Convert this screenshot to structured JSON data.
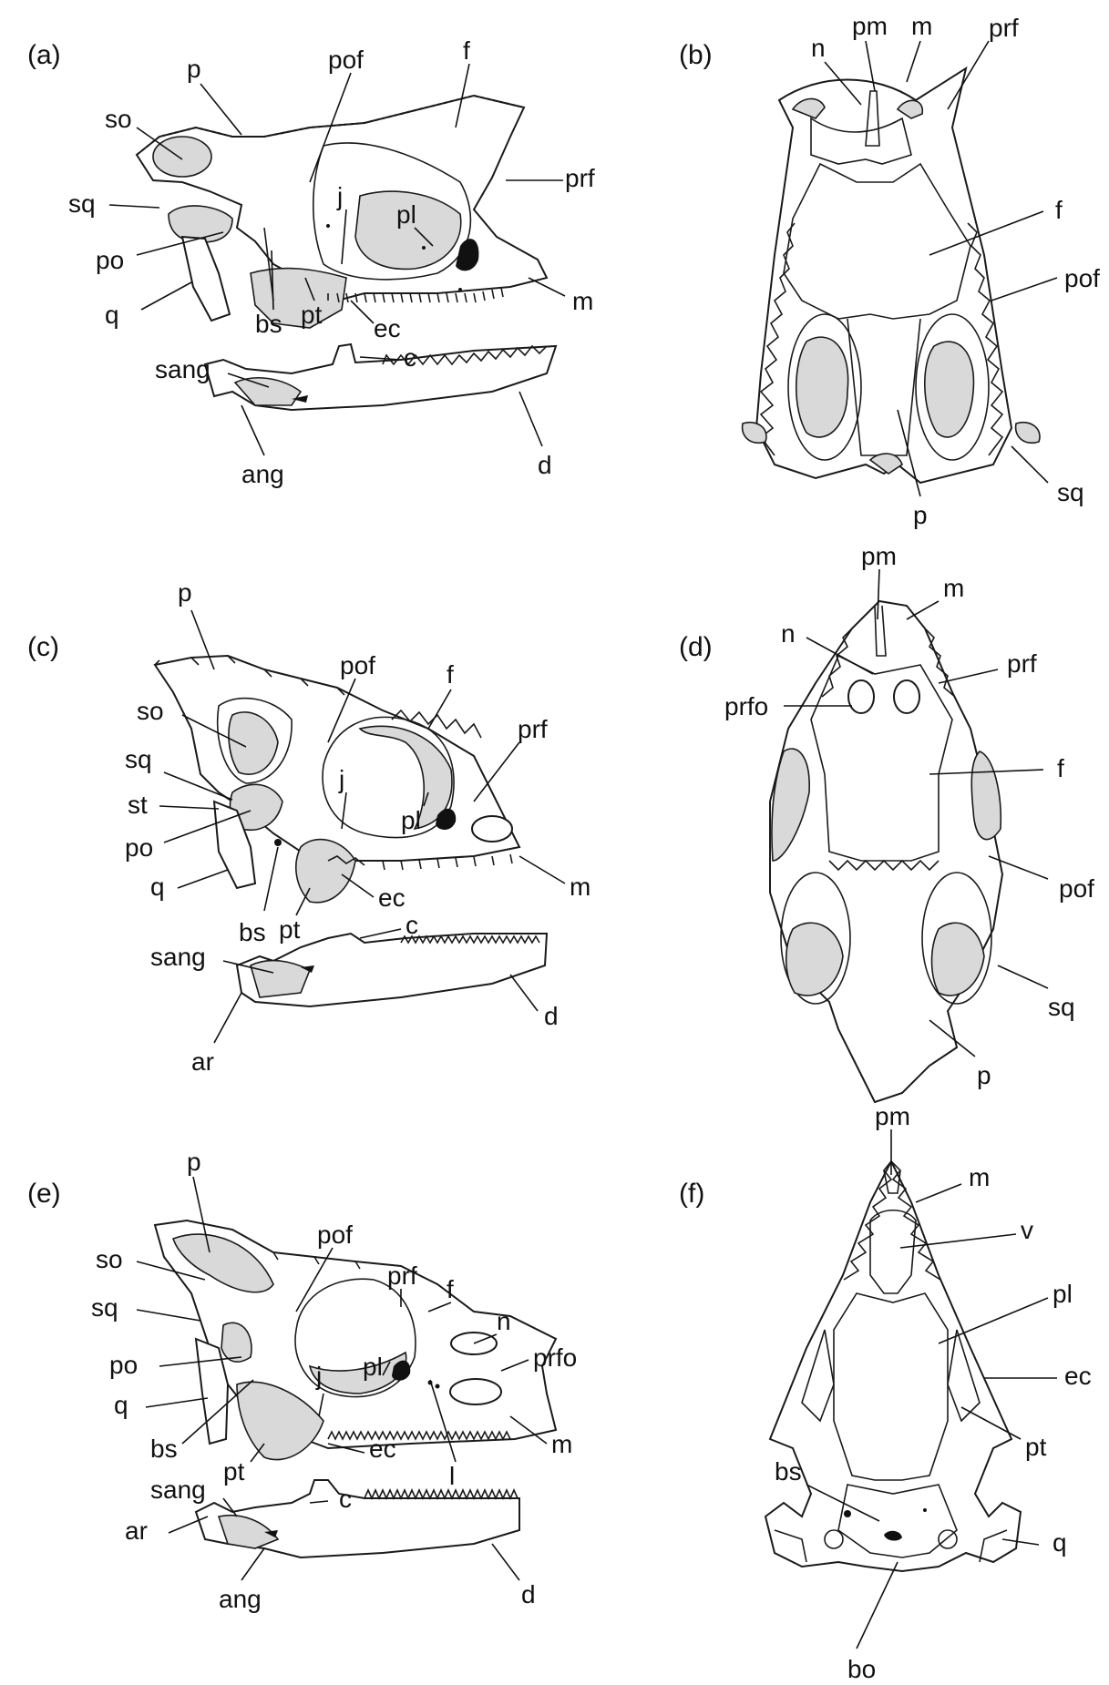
{
  "panels": {
    "a": {
      "label": "(a)",
      "bones": {
        "p": "p",
        "pof": "pof",
        "f": "f",
        "so": "so",
        "sq": "sq",
        "prf": "prf",
        "j": "j",
        "pl": "pl",
        "po": "po",
        "q": "q",
        "bs": "bs",
        "pt": "pt",
        "ec": "ec",
        "m": "m",
        "c": "c",
        "sang": "sang",
        "ang": "ang",
        "d": "d"
      }
    },
    "b": {
      "label": "(b)",
      "bones": {
        "pm": "pm",
        "m": "m",
        "n": "n",
        "prf": "prf",
        "f": "f",
        "pof": "pof",
        "sq": "sq",
        "p": "p"
      }
    },
    "c": {
      "label": "(c)",
      "bones": {
        "p": "p",
        "pof": "pof",
        "f": "f",
        "so": "so",
        "prf": "prf",
        "sq": "sq",
        "st": "st",
        "j": "j",
        "pl": "pl",
        "po": "po",
        "m": "m",
        "q": "q",
        "ec": "ec",
        "bs": "bs",
        "pt": "pt",
        "c": "c",
        "sang": "sang",
        "d": "d",
        "ar": "ar"
      }
    },
    "d": {
      "label": "(d)",
      "bones": {
        "pm": "pm",
        "m": "m",
        "n": "n",
        "prf": "prf",
        "prfo": "prfo",
        "f": "f",
        "pof": "pof",
        "sq": "sq",
        "p": "p"
      }
    },
    "e": {
      "label": "(e)",
      "bones": {
        "p": "p",
        "pof": "pof",
        "so": "so",
        "prf": "prf",
        "f": "f",
        "n": "n",
        "sq": "sq",
        "prfo": "prfo",
        "j": "j",
        "pl": "pl",
        "po": "po",
        "q": "q",
        "m": "m",
        "bs": "bs",
        "ec": "ec",
        "l": "l",
        "pt": "pt",
        "sang": "sang",
        "c": "c",
        "ar": "ar",
        "ang": "ang",
        "d": "d"
      }
    },
    "f": {
      "label": "(f)",
      "bones": {
        "pm": "pm",
        "m": "m",
        "v": "v",
        "pl": "pl",
        "ec": "ec",
        "pt": "pt",
        "bs": "bs",
        "q": "q",
        "bo": "bo"
      }
    }
  }
}
